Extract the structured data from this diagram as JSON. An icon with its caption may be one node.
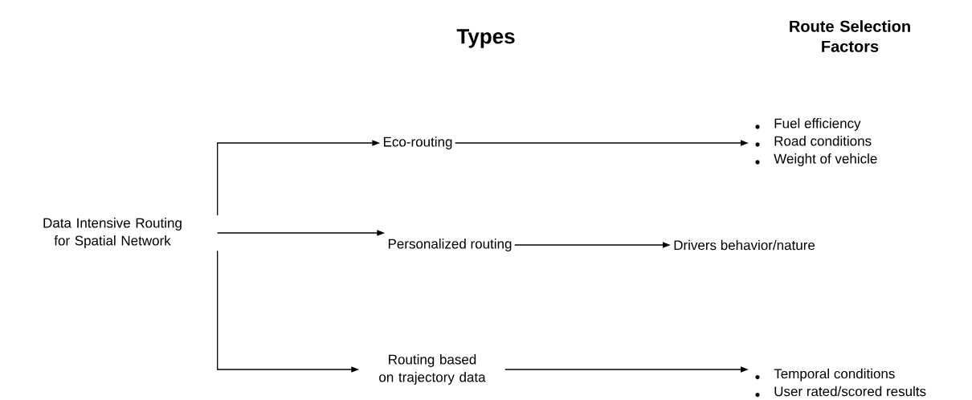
{
  "diagram": {
    "nodes": [
      {
        "text": [
          "Data Intensive Routing for Spatial Network"
        ]
      },
      {
        "text": [
          "Eco-routing"
        ]
      },
      {
        "text": [
          "Personalized routing"
        ]
      },
      {
        "text": [
          "Routing based on trajectory data"
        ]
      },
      {
        "text": [
          "Fuel efficiency",
          "Road conditions",
          "Weight of vehicle"
        ]
      },
      {
        "text": [
          "Drivers behavior/nature"
        ]
      },
      {
        "text": [
          "Temporal conditions",
          "User rated/scored results"
        ]
      }
    ],
    "edges": [
      {
        "from": 0,
        "to": 1,
        "arrow": "to"
      },
      {
        "from": 0,
        "to": 2,
        "arrow": "to"
      },
      {
        "from": 0,
        "to": 3,
        "arrow": "to"
      },
      {
        "from": 1,
        "to": 4,
        "arrow": "to"
      },
      {
        "from": 2,
        "to": 5,
        "arrow": "to"
      },
      {
        "from": 3,
        "to": 6,
        "arrow": "to"
      }
    ],
    "labels": [
      "Types",
      "Route Selection Factors"
    ]
  }
}
